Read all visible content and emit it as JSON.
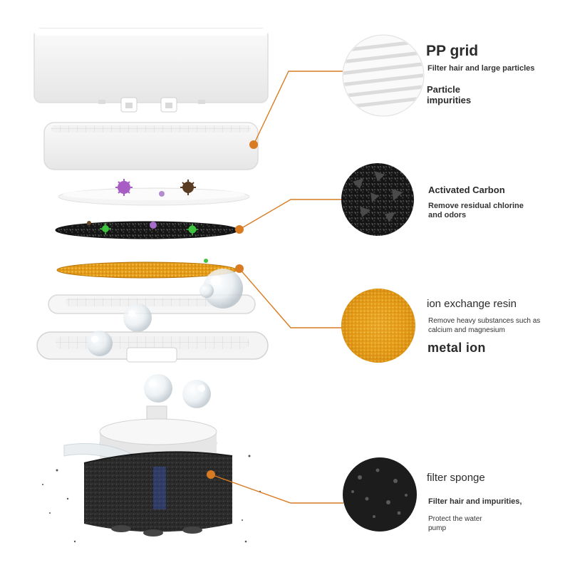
{
  "colors": {
    "accent": "#d97b22",
    "carbon": "#1a1a1a",
    "resin": "#e8a21c",
    "sponge": "#2d2d2d",
    "housing": "#f3f3f3"
  },
  "sections": [
    {
      "id": "pp-grid",
      "title": "PP grid",
      "line1": "Filter hair and large particles",
      "line2a": "Particle",
      "line2b": "impurities"
    },
    {
      "id": "carbon",
      "title": "Activated Carbon",
      "line1a": "Remove residual chlorine",
      "line1b": "and odors"
    },
    {
      "id": "resin",
      "title": "ion exchange resin",
      "line1a": "Remove heavy substances such as",
      "line1b": "calcium and magnesium",
      "line2": "metal ion"
    },
    {
      "id": "sponge",
      "title": "filter sponge",
      "line1": "Filter hair and impurities,",
      "line2a": "Protect the water",
      "line2b": "pump"
    }
  ]
}
